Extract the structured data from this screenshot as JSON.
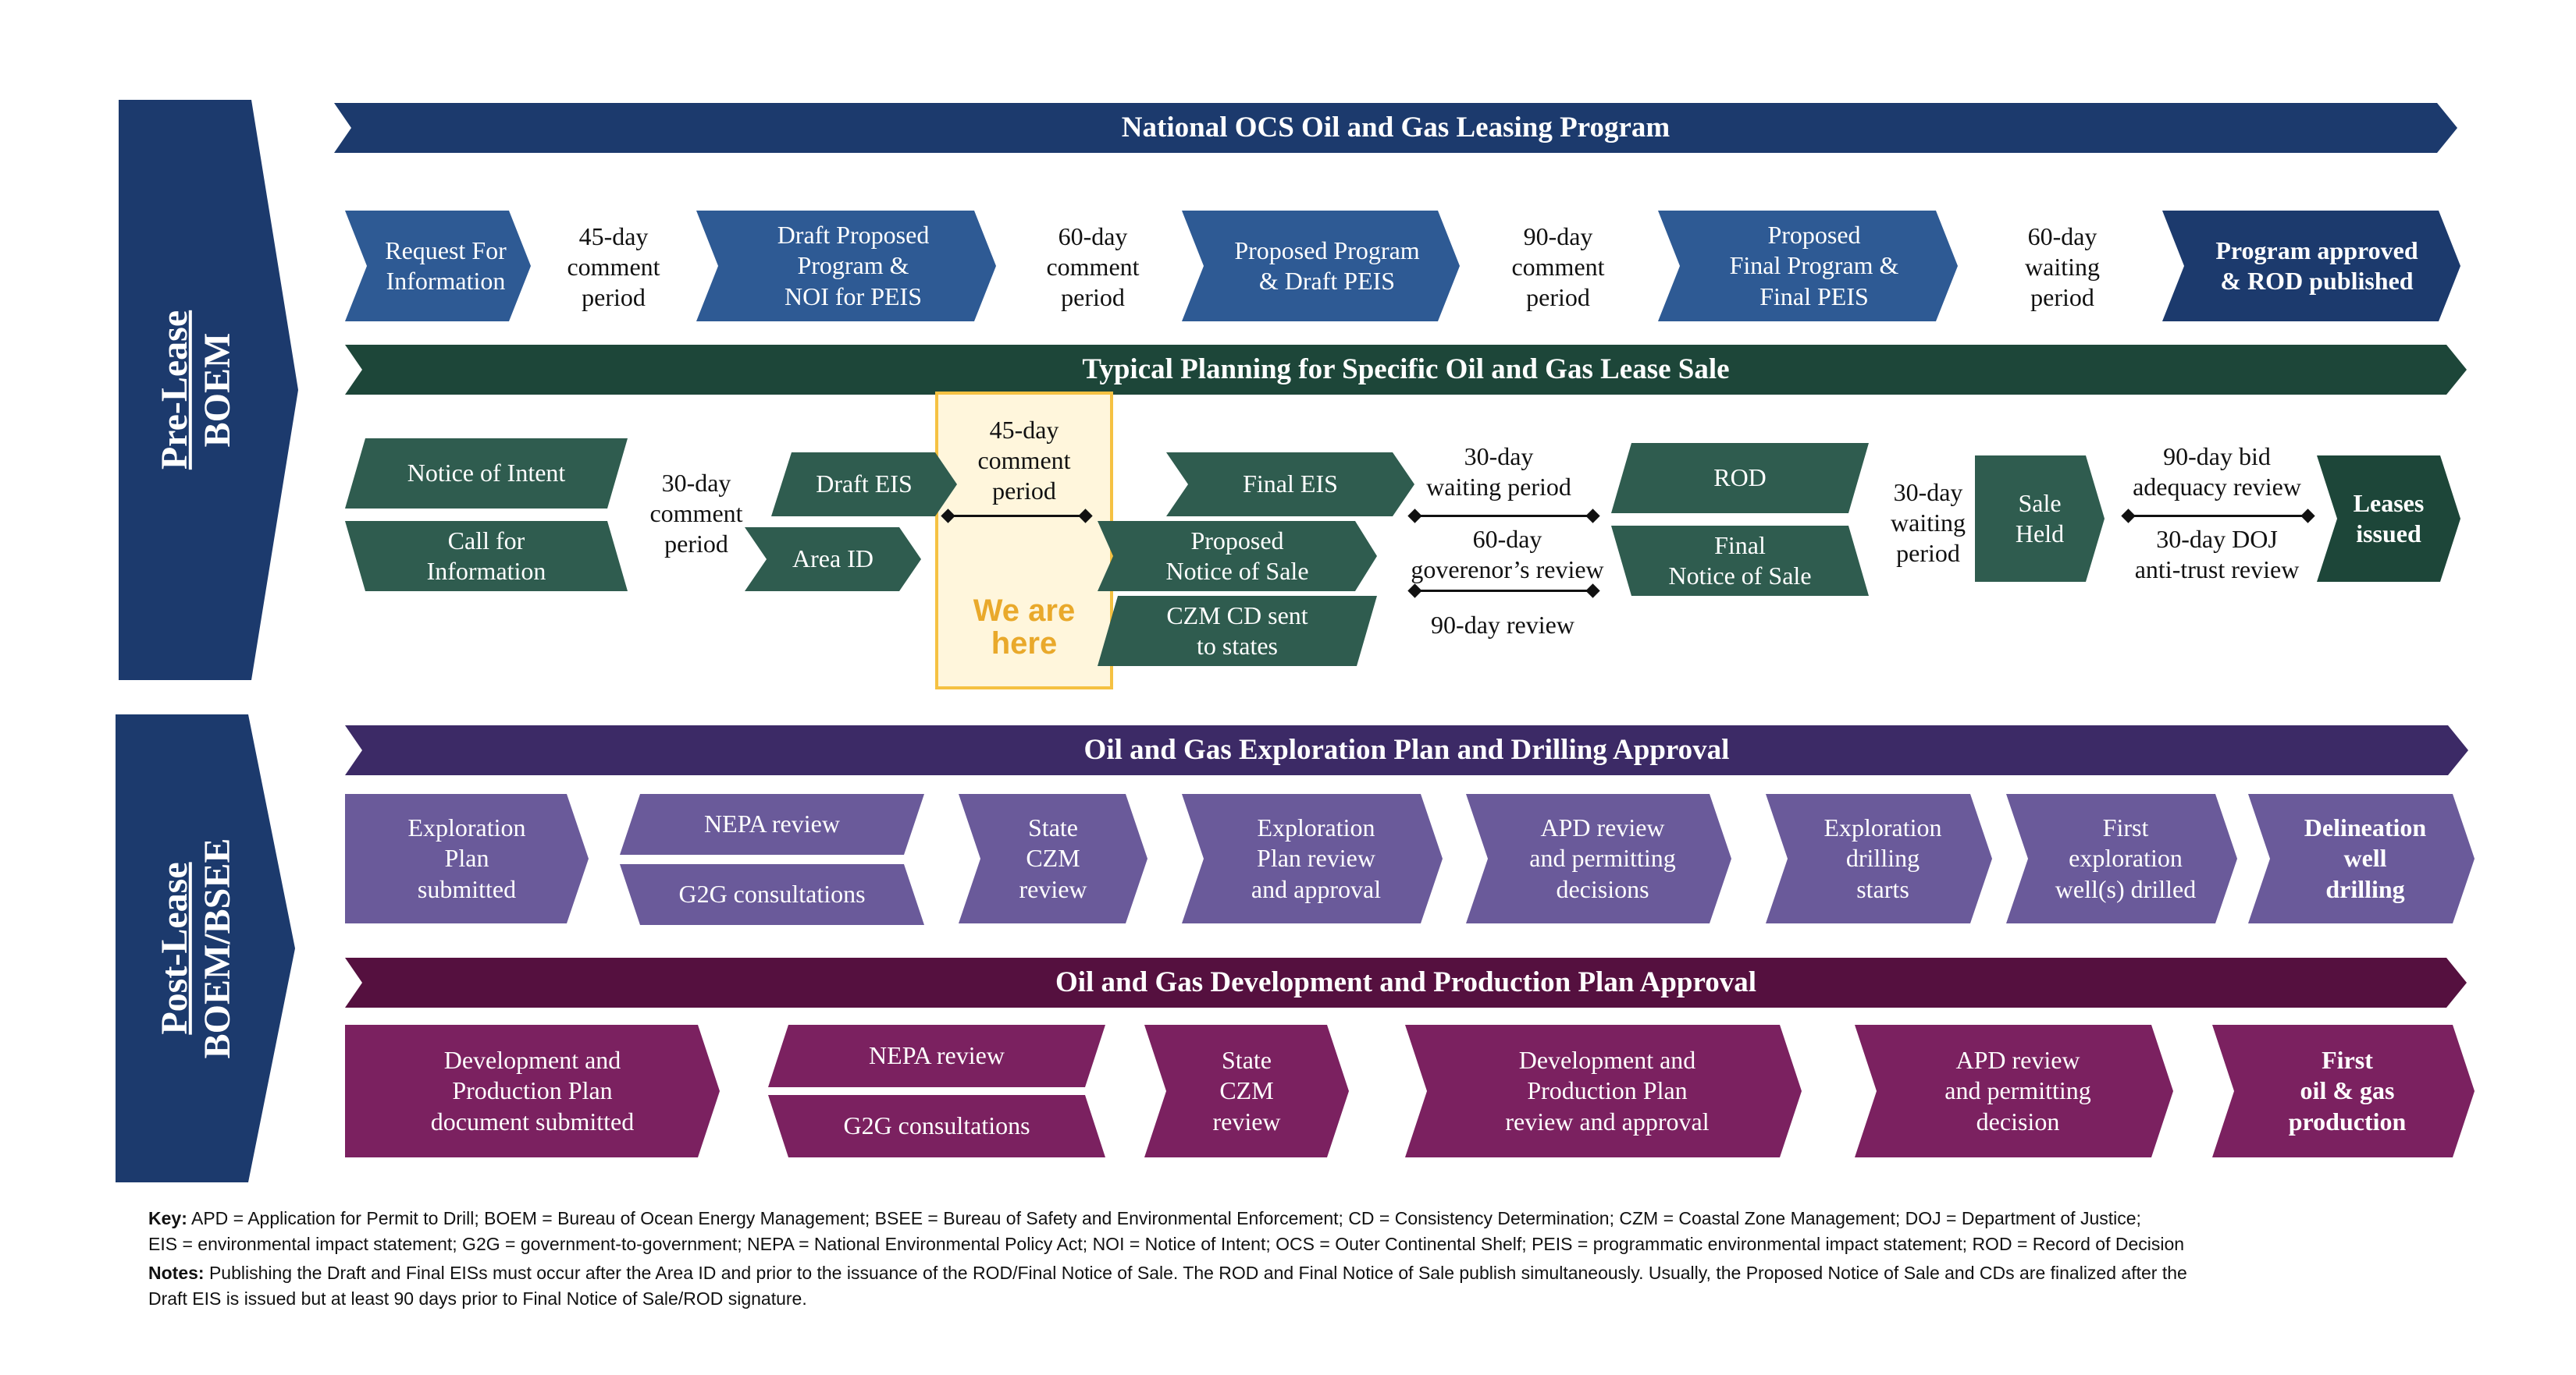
{
  "side": {
    "prelease": {
      "line1": "Pre-Lease",
      "line2": "BOEM",
      "color": "#1c3a6d"
    },
    "postlease": {
      "line1": "Post-Lease",
      "line2": "BOEM/BSEE",
      "color": "#1c3a6d"
    }
  },
  "national": {
    "banner": "National OCS Oil and Gas Leasing Program",
    "steps": [
      {
        "label": "Request For\nInformation"
      },
      {
        "label": "Draft Proposed\nProgram &\nNOI for PEIS"
      },
      {
        "label": "Proposed Program\n& Draft PEIS"
      },
      {
        "label": "Proposed\nFinal Program &\nFinal PEIS"
      },
      {
        "label": "Program approved\n& ROD published"
      }
    ],
    "periods": [
      "45-day\ncomment\nperiod",
      "60-day\ncomment\nperiod",
      "90-day\ncomment\nperiod",
      "60-day\nwaiting\nperiod"
    ]
  },
  "sale": {
    "banner": "Typical Planning for Specific Oil and Gas Lease Sale",
    "notice_of_intent": "Notice of Intent",
    "call_for_info": "Call for\nInformation",
    "period_30": "30-day\ncomment\nperiod",
    "draft_eis": "Draft EIS",
    "area_id": "Area ID",
    "period_45": "45-day\ncomment\nperiod",
    "we_are_here": "We are\nhere",
    "final_eis": "Final EIS",
    "proposed_notice": "Proposed\nNotice of Sale",
    "czm_cd": "CZM CD sent\nto states",
    "waiting_30": "30-day\nwaiting period",
    "governor_60": "60-day\ngoverenor’s review",
    "review_90": "90-day review",
    "rod": "ROD",
    "final_notice": "Final\nNotice of Sale",
    "waiting_30b": "30-day\nwaiting\nperiod",
    "sale_held": "Sale\nHeld",
    "bid_90": "90-day bid\nadequacy review",
    "doj_30": "30-day DOJ\nanti-trust review",
    "leases_issued": "Leases\nissued"
  },
  "exploration": {
    "banner": "Oil and Gas Exploration Plan and Drilling Approval",
    "plan_submitted": "Exploration\nPlan\nsubmitted",
    "nepa": "NEPA review",
    "g2g": "G2G consultations",
    "czm": "State\nCZM\nreview",
    "plan_review": "Exploration\nPlan review\nand approval",
    "apd": "APD review\nand permitting\ndecisions",
    "drilling_starts": "Exploration\ndrilling\nstarts",
    "first_well": "First\nexploration\nwell(s) drilled",
    "delineation": "Delineation\nwell\ndrilling"
  },
  "development": {
    "banner": "Oil and Gas Development and Production Plan Approval",
    "doc_submitted": "Development and\nProduction Plan\ndocument submitted",
    "nepa": "NEPA review",
    "g2g": "G2G consultations",
    "czm": "State\nCZM\nreview",
    "plan_review": "Development and\nProduction Plan\nreview and approval",
    "apd": "APD review\nand permitting\ndecision",
    "first_oil": "First\noil & gas\nproduction"
  },
  "footer": {
    "key_label": "Key:",
    "key_text": " APD = Application for Permit to Drill; BOEM = Bureau of Ocean Energy Management; BSEE = Bureau of Safety and Environmental Enforcement; CD = Consistency Determination; CZM = Coastal Zone Management; DOJ = Department of Justice;",
    "key_text2": "EIS = environmental impact statement; G2G = government-to-government; NEPA = National Environmental Policy Act; NOI = Notice of Intent; OCS = Outer Continental Shelf; PEIS = programmatic environmental impact statement; ROD = Record of Decision",
    "notes_label": "Notes:",
    "notes_text": " Publishing the Draft and Final EISs must occur after the Area ID and prior to the issuance of the ROD/Final Notice of Sale. The ROD and Final Notice of Sale publish simultaneously. Usually, the Proposed Notice of Sale and CDs are finalized after the",
    "notes_text2": "Draft EIS is issued but at least 90 days prior to Final Notice of Sale/ROD signature."
  },
  "colors": {
    "navy": "#2e5a94",
    "navy_dark": "#1c3a6d",
    "green": "#2f5c4f",
    "green_dark": "#1d4639",
    "purple": "#6a5a9a",
    "purple_dark": "#3c2a66",
    "magenta": "#7b2160",
    "magenta_dark": "#55103f",
    "highlight": "#f5c142",
    "highlight_fill": "#fff6dc"
  }
}
